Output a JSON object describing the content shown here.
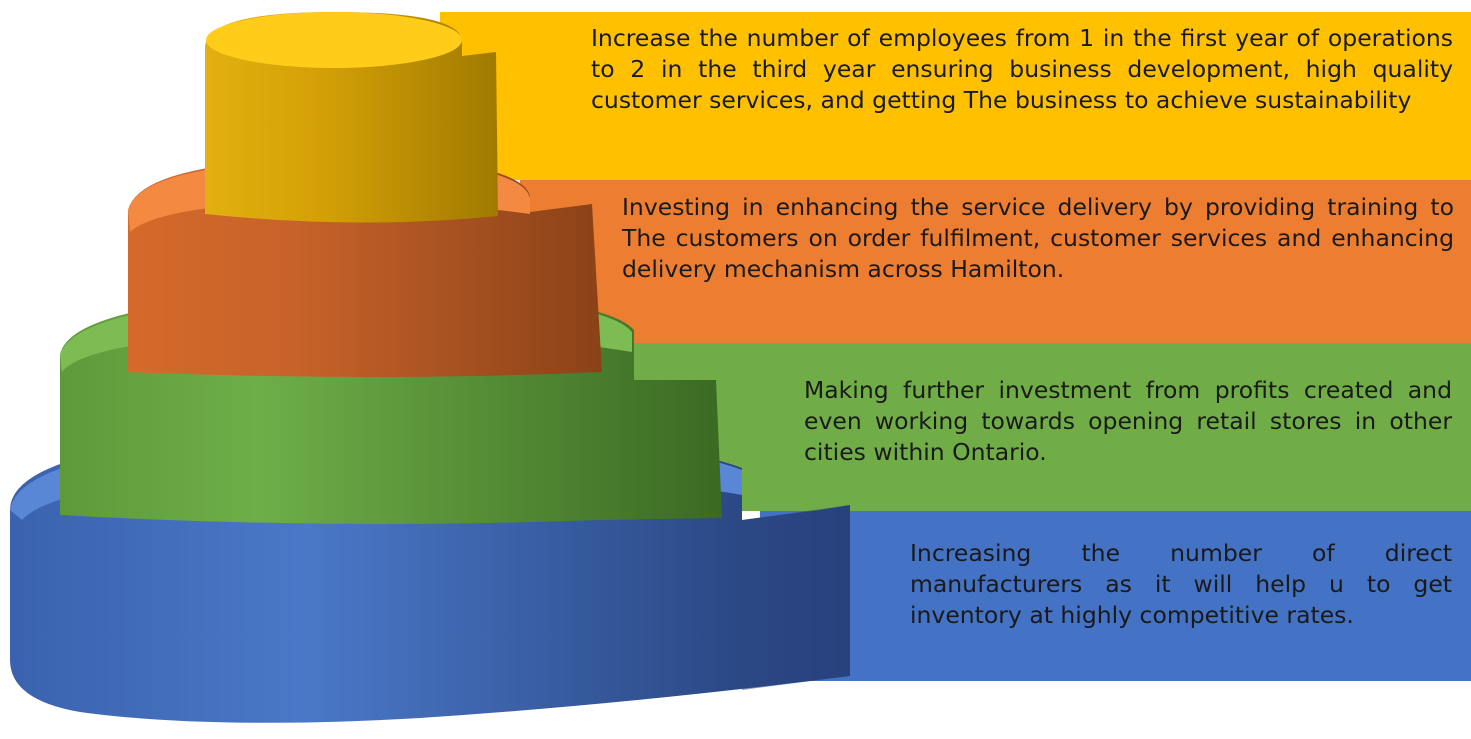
{
  "tiers": [
    {
      "level": 4,
      "color_band": "#ffc000",
      "color_top": "#ffcc19",
      "color_light": "#e0b010",
      "color_dark": "#a88000",
      "text": "Increase the number of employees from 1 in the first year of operations to 2 in the third year ensuring business development, high quality customer services, and getting The business to achieve sustainability"
    },
    {
      "level": 3,
      "color_band": "#ed7d31",
      "color_top": "#f48a42",
      "color_light": "#d66a28",
      "color_dark": "#8f4418",
      "text": "Investing in enhancing the service delivery by providing training to The customers on order fulfilment, customer services and enhancing delivery mechanism across Hamilton."
    },
    {
      "level": 2,
      "color_band": "#70ad47",
      "color_top": "#7cbc52",
      "color_light": "#5f9a3c",
      "color_dark": "#3c6a24",
      "text": "Making further investment from profits created and even working towards opening retail stores in other cities within Ontario."
    },
    {
      "level": 1,
      "color_band": "#4472c4",
      "color_top": "#5a86d6",
      "color_light": "#3f68b4",
      "color_dark": "#253f7a",
      "text": "Increasing the number of direct manufacturers as it will help u to get inventory at highly competitive rates."
    }
  ]
}
